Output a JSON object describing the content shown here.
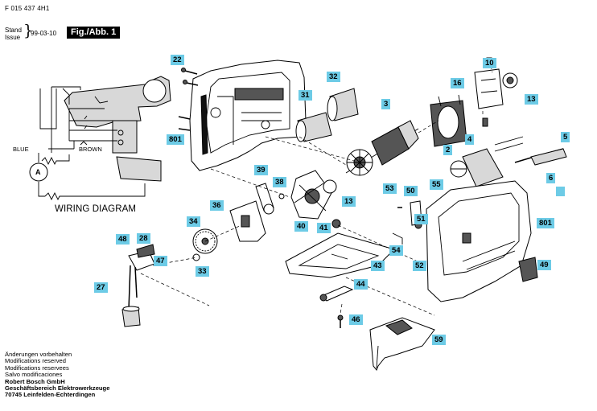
{
  "header": {
    "doc_number": "F 015 437 4H1",
    "stand_label": "Stand",
    "issue_label": "Issue",
    "issue_date": "99-03-10",
    "figure_title": "Fig./Abb. 1"
  },
  "wiring": {
    "title": "WIRING DIAGRAM",
    "blue_label": "BLUE",
    "brown_label": "BROWN",
    "motor_symbol": "A"
  },
  "part_tags": {
    "p22": "22",
    "p801a": "801",
    "p31": "31",
    "p32": "32",
    "p3": "3",
    "p10": "10",
    "p16": "16",
    "p13a": "13",
    "p5": "5",
    "p6": "6",
    "p2": "2",
    "p4": "4",
    "p55": "55",
    "p39": "39",
    "p38": "38",
    "p13b": "13",
    "p40": "40",
    "p41": "41",
    "p36": "36",
    "p34": "34",
    "p33": "33",
    "p48": "48",
    "p28": "28",
    "p47": "47",
    "p27": "27",
    "p53": "53",
    "p50": "50",
    "p51": "51",
    "p54": "54",
    "p43": "43",
    "p52": "52",
    "p801b": "801",
    "p49": "49",
    "p44": "44",
    "p46": "46",
    "p59": "59"
  },
  "footer": {
    "line1": "Änderungen vorbehalten",
    "line2": "Modifications reserved",
    "line3": "Modifications reservees",
    "line4": "Salvo modificaciones",
    "line5": "Robert Bosch GmbH",
    "line6": "Geschäftsbereich Elektrowerkzeuge",
    "line7": "70745 Leinfelden-Echterdingen"
  },
  "colors": {
    "tag_background": "#6dcbe6",
    "title_background": "#000000",
    "title_text": "#ffffff"
  }
}
